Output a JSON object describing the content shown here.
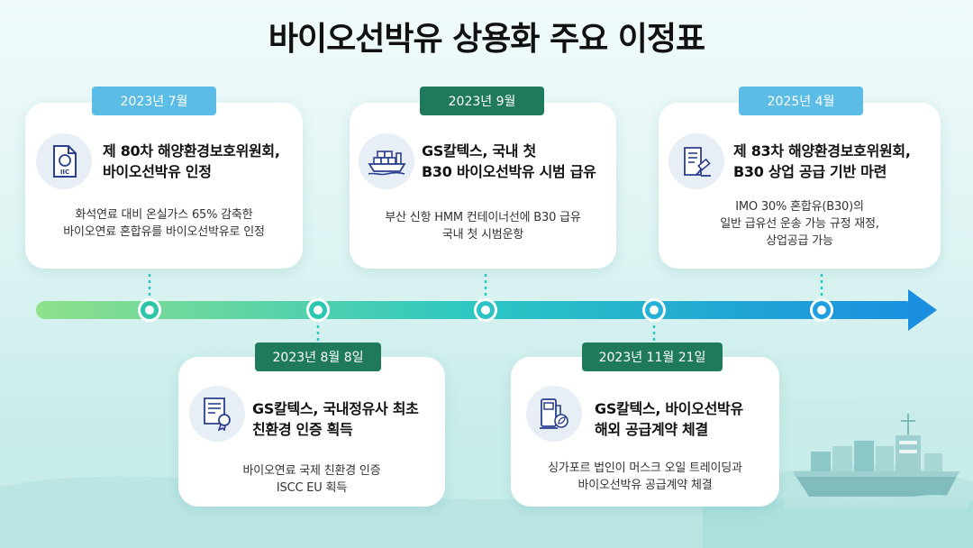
{
  "title": "바이오선박유 상용화 주요 이정표",
  "milestones": [
    {
      "date": "2023년 7월",
      "heading_line1": "제 80차 해양환경보호위원회,",
      "heading_line2": "바이오선박유 인정",
      "desc_line1": "화석연료 대비 온실가스 65% 감축한",
      "desc_line2": "바이오연료 혼합유를 바이오선박유로 인정",
      "desc_line3": "",
      "icon": "document-seal-icon",
      "icon_text": "IIC",
      "badge_color": "#5bbde6"
    },
    {
      "date": "2023년 8월 8일",
      "heading_line1": "GS칼텍스, 국내정유사 최초",
      "heading_line2": "친환경 인증 획득",
      "desc_line1": "바이오연료 국제 친환경 인증",
      "desc_line2": "ISCC EU 획득",
      "desc_line3": "",
      "icon": "certificate-icon",
      "badge_color": "#1f7a5c"
    },
    {
      "date": "2023년 9월",
      "heading_line1": "GS칼텍스, 국내 첫",
      "heading_line2": "B30 바이오선박유 시범 급유",
      "desc_line1": "부산 신항 HMM 컨테이너선에 B30 급유",
      "desc_line2": "국내 첫 시범운항",
      "desc_line3": "",
      "icon": "container-ship-icon",
      "badge_color": "#1f7a5c"
    },
    {
      "date": "2023년 11월 21일",
      "heading_line1": "GS칼텍스, 바이오선박유",
      "heading_line2": "해외 공급계약 체결",
      "desc_line1": "싱가포르 법인이 머스크 오일 트레이딩과",
      "desc_line2": "바이오선박유 공급계약 체결",
      "desc_line3": "",
      "icon": "bio-fuel-pump-icon",
      "badge_color": "#1f7a5c"
    },
    {
      "date": "2025년 4월",
      "heading_line1": "제 83차 해양환경보호위원회,",
      "heading_line2": "B30 상업 공급 기반 마련",
      "desc_line1": "IMO 30% 혼합유(B30)의",
      "desc_line2": "일반 급유선 운송 가능 규정 재정,",
      "desc_line3": "상업공급 가능",
      "icon": "regulation-gavel-icon",
      "badge_color": "#5bbde6"
    }
  ],
  "colors": {
    "blue_badge": "#5bbde6",
    "green_badge": "#1f7a5c",
    "timeline_start": "#8fe08a",
    "timeline_mid": "#2cc7c2",
    "timeline_end": "#1a8fe0",
    "icon_stroke": "#2a3f8f"
  }
}
